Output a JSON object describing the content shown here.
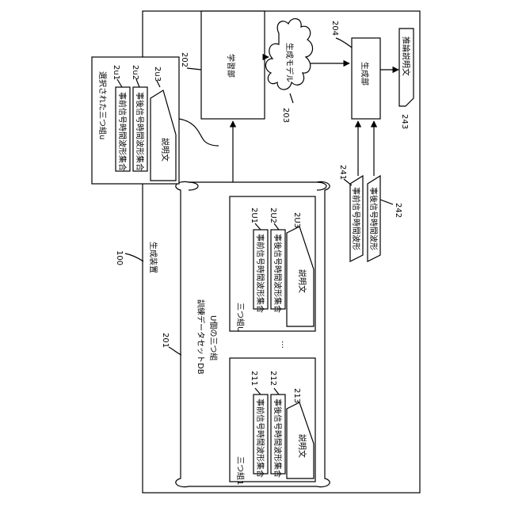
{
  "device": {
    "ref": "100",
    "label": "生成装置"
  },
  "training_db": {
    "ref": "201",
    "title": "訓練データセットDB",
    "subtitle": "U個の三つ組",
    "ellipsis": "…",
    "triplet_first": {
      "name": "三つ組1",
      "refs": [
        "211",
        "212",
        "213"
      ],
      "items": [
        "事前信号時間波形集合",
        "事後信号時間波形集合",
        "説明文"
      ]
    },
    "triplet_last": {
      "name": "三つ組U",
      "refs": [
        "2U1",
        "2U2",
        "2U3"
      ],
      "items": [
        "事前信号時間波形集合",
        "事後信号時間波形集合",
        "説明文"
      ]
    }
  },
  "selected": {
    "name": "選択された三つ組u",
    "refs": [
      "2u1",
      "2u2",
      "2u3"
    ],
    "items": [
      "事前信号時間波形集合",
      "事後信号時間波形集合",
      "説明文"
    ]
  },
  "learning": {
    "ref": "202",
    "label": "学習部"
  },
  "model": {
    "ref": "203",
    "label": "生成モデル"
  },
  "generator": {
    "ref": "204",
    "label": "生成部"
  },
  "inputs": [
    {
      "ref": "241",
      "label": "事前信号時間波形"
    },
    {
      "ref": "242",
      "label": "事後信号時間波形"
    }
  ],
  "output": {
    "ref": "243",
    "label": "推論説明文"
  }
}
